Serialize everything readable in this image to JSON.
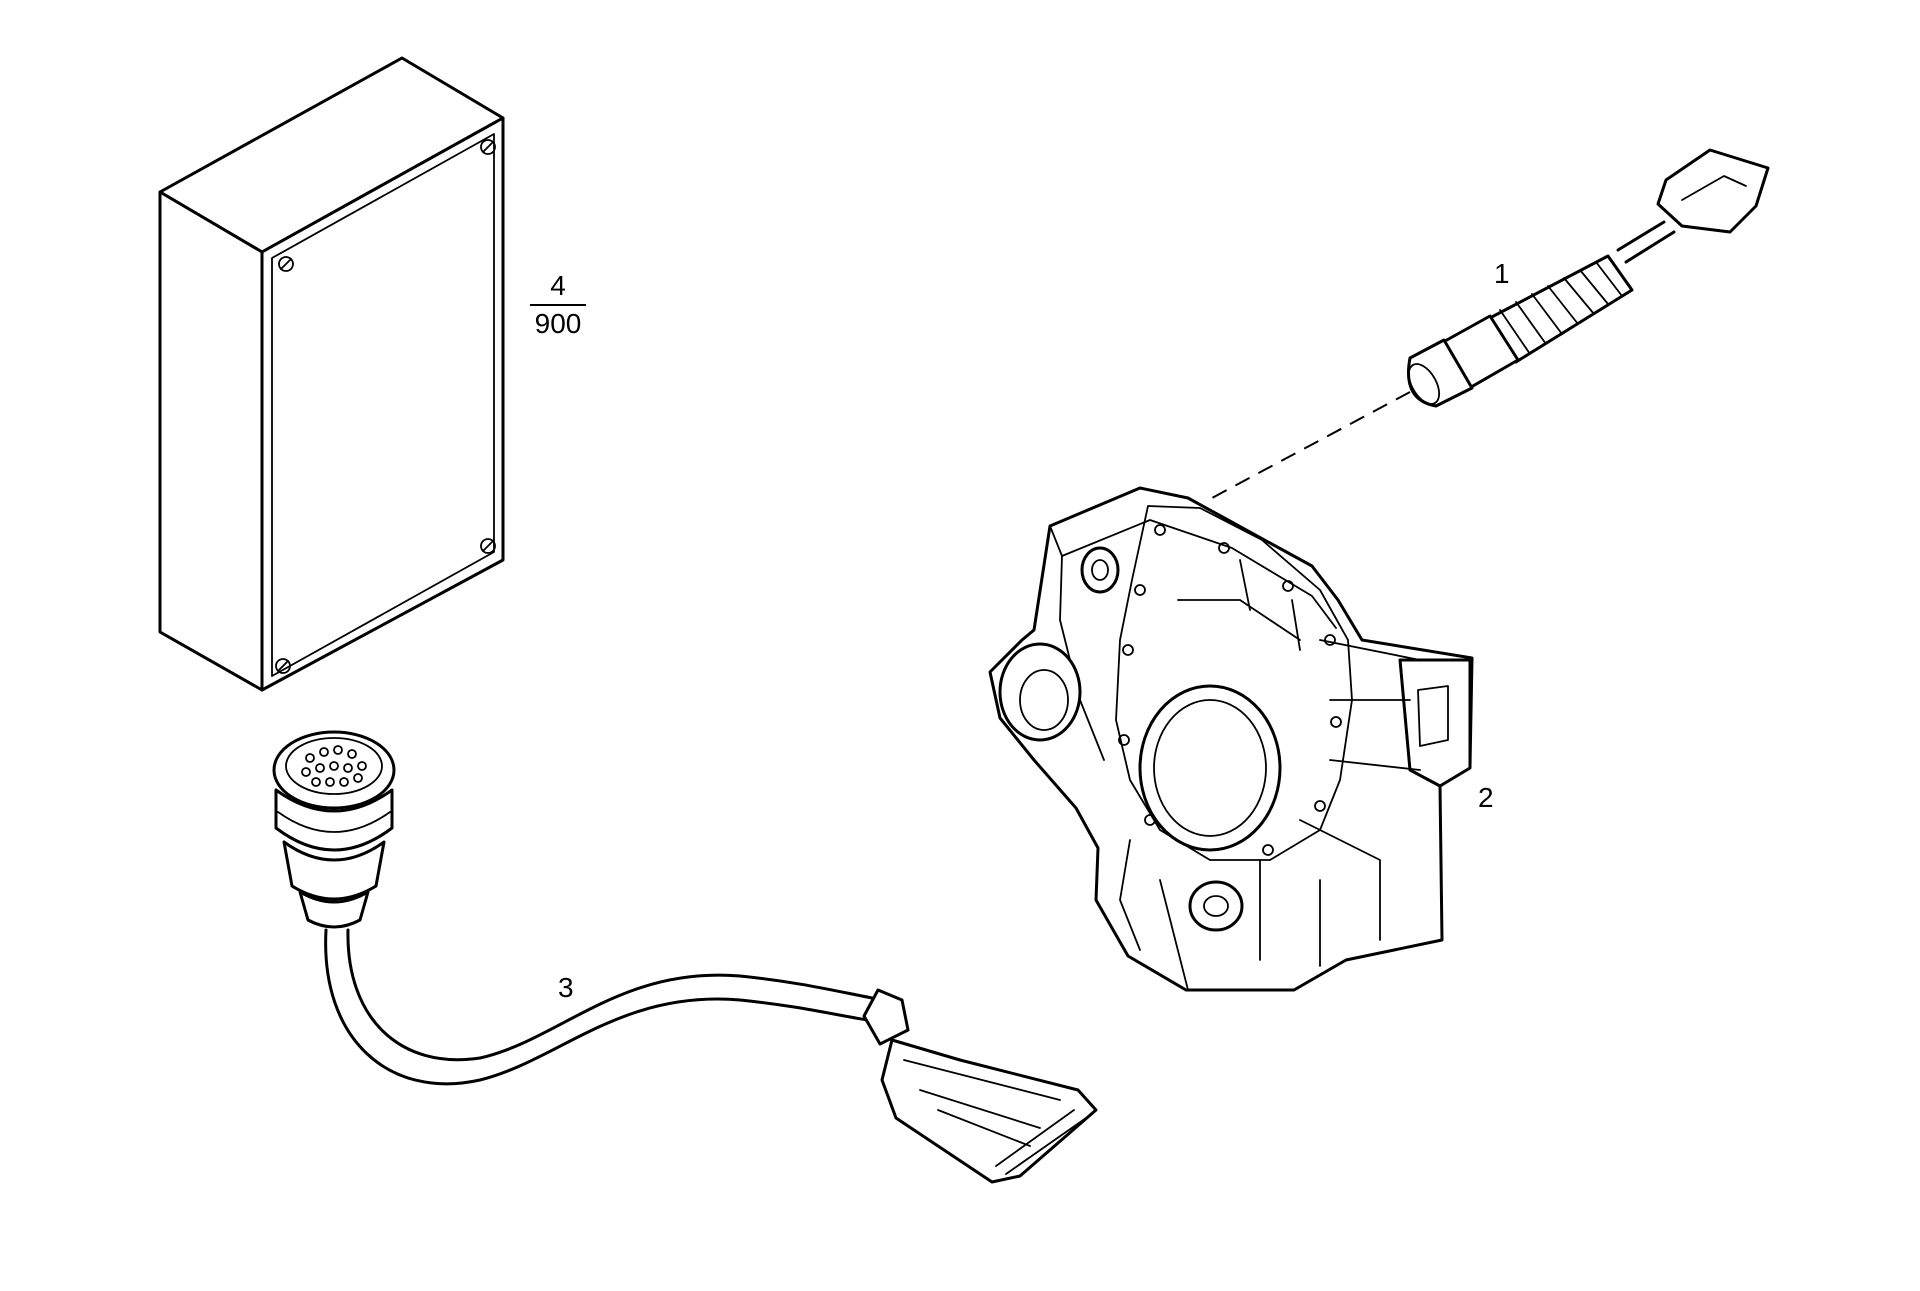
{
  "callouts": {
    "part_1": "1",
    "part_2": "2",
    "part_3": "3",
    "part_4_numerator": "4",
    "part_4_denominator": "900"
  },
  "colors": {
    "line": "#000000",
    "background": "#ffffff"
  }
}
